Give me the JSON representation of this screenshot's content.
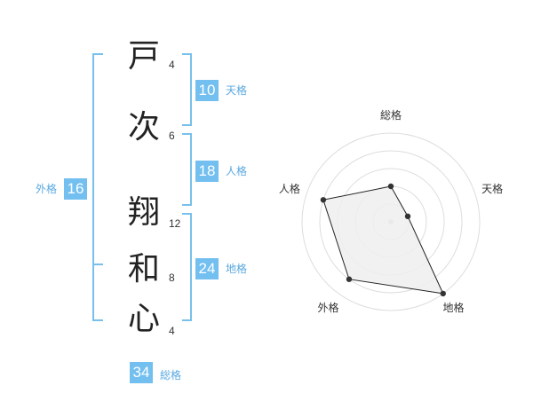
{
  "name": {
    "characters": [
      "戸",
      "次",
      "翔",
      "和",
      "心"
    ],
    "strokes": [
      "4",
      "6",
      "12",
      "8",
      "4"
    ]
  },
  "kakusu": {
    "tenkaku": {
      "label": "天格",
      "value": "10"
    },
    "jinkaku": {
      "label": "人格",
      "value": "18"
    },
    "chikaku": {
      "label": "地格",
      "value": "24"
    },
    "gaikaku": {
      "label": "外格",
      "value": "16"
    },
    "soukaku": {
      "label": "総格",
      "value": "34"
    }
  },
  "radar": {
    "axes": [
      "総格",
      "天格",
      "地格",
      "外格",
      "人格"
    ],
    "levels": 5,
    "values": [
      2,
      1,
      5,
      4,
      4
    ],
    "colors": {
      "grid": "#dddddd",
      "fill": "#eeeeee",
      "line": "#222222",
      "accent": "#72bff0"
    }
  }
}
